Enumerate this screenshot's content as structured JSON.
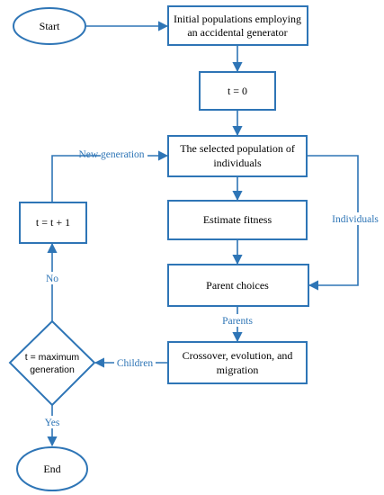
{
  "nodes": {
    "start": "Start",
    "init_line1": "Initial populations employing",
    "init_line2": "an accidental generator",
    "t0": "t = 0",
    "selected_line1": "The selected population of",
    "selected_line2": "individuals",
    "fitness": "Estimate fitness",
    "parent": "Parent choices",
    "crossover_line1": "Crossover, evolution, and",
    "crossover_line2": "migration",
    "decision_line1": "t = maximum",
    "decision_line2": "generation",
    "increment": "t = t + 1",
    "end": "End"
  },
  "edges": {
    "new_generation": "New generation",
    "individuals": "Individuals",
    "parents": "Parents",
    "children": "Children",
    "no": "No",
    "yes": "Yes"
  },
  "colors": {
    "stroke": "#2e75b6",
    "label": "#2e75b6",
    "fill": "#ffffff"
  }
}
